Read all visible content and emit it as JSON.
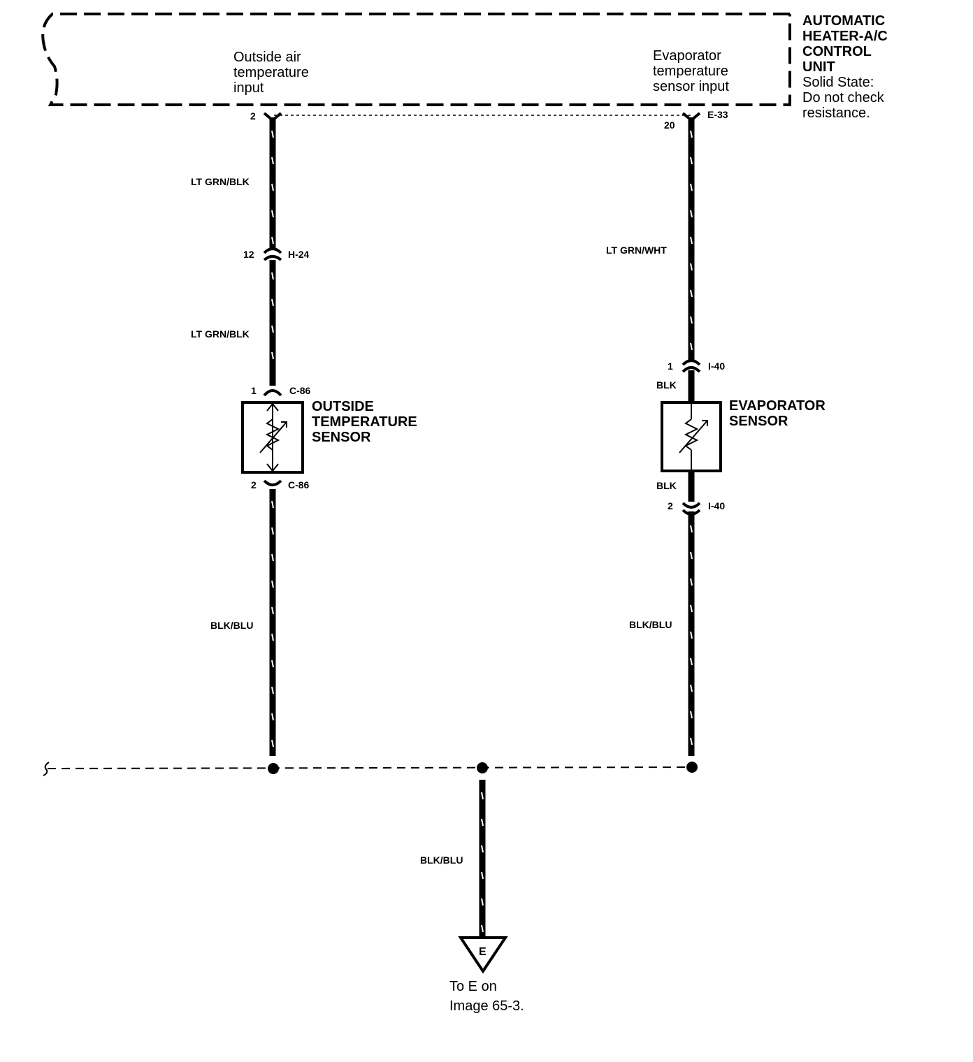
{
  "control_unit": {
    "title": [
      "AUTOMATIC",
      "HEATER-A/C",
      "CONTROL",
      "UNIT"
    ],
    "note": [
      "Solid State:",
      "Do not check",
      "resistance."
    ],
    "inputs": {
      "outside": [
        "Outside air",
        "temperature",
        "input"
      ],
      "evaporator": [
        "Evaporator",
        "temperature",
        "sensor input"
      ]
    }
  },
  "left_circuit": {
    "pin_top": "2",
    "wire_1": "LT GRN/BLK",
    "conn_h24_pin": "12",
    "conn_h24": "H-24",
    "wire_2": "LT GRN/BLK",
    "sensor_pin_1": "1",
    "sensor_conn_top": "C-86",
    "sensor_name": [
      "OUTSIDE",
      "TEMPERATURE",
      "SENSOR"
    ],
    "sensor_pin_2": "2",
    "sensor_conn_bottom": "C-86",
    "wire_3": "BLK/BLU"
  },
  "right_circuit": {
    "pin_top": "20",
    "conn_top": "E-33",
    "wire_1": "LT GRN/WHT",
    "conn_i40_pin_1": "1",
    "conn_i40_top": "I-40",
    "wire_sensor_top": "BLK",
    "sensor_name": [
      "EVAPORATOR",
      "SENSOR"
    ],
    "wire_sensor_bottom": "BLK",
    "conn_i40_pin_2": "2",
    "conn_i40_bottom": "I-40",
    "wire_3": "BLK/BLU"
  },
  "ground": {
    "wire": "BLK/BLU",
    "symbol_letter": "E",
    "note": [
      "To E on",
      "Image 65-3."
    ]
  }
}
